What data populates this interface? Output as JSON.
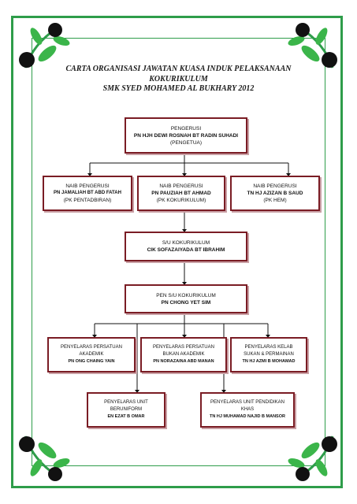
{
  "title": {
    "line1": "CARTA ORGANISASI JAWATAN KUASA INDUK PELAKSANAAN",
    "line2": "KOKURIKULUM",
    "line3": "SMK SYED MOHAMED AL BUKHARY 2012"
  },
  "nodes": {
    "pengerusi": {
      "role": "PENGERUSI",
      "name": "PN HJH DEWI ROSNAH BT RADIN SUHADI",
      "note": "(PENGETUA)"
    },
    "naib1": {
      "role": "NAIB PENGERUSI",
      "name": "PN JAMALIAH BT ABD FATAH",
      "note": "(PK PENTADBIRAN)"
    },
    "naib2": {
      "role": "NAIB PENGERUSI",
      "name": "PN PAUZIAH BT AHMAD",
      "note": "(PK KOKURIKULUM)"
    },
    "naib3": {
      "role": "NAIB PENGERUSI",
      "name": "TN HJ AZIZAN B SAUD",
      "note": "(PK HEM)"
    },
    "su": {
      "role": "S/U KOKURIKULUM",
      "name": "CIK SOFAZAIYADA BT IBRAHIM"
    },
    "pen_su": {
      "role": "PEN S/U KOKURIKULUM",
      "name": "PN CHONG YET SIM"
    },
    "akademik": {
      "role1": "PENYELARAS PERSATUAN",
      "role2": "AKADEMIK",
      "name": "PN ONG CHAING YAIN"
    },
    "bukan_akademik": {
      "role1": "PENYELARAS PERSATUAN",
      "role2": "BUKAN AKADEMIK",
      "name": "PN NORAZAINA ABD MANAN"
    },
    "kelab": {
      "role1": "PENYELARAS KELAB",
      "role2": "SUKAN & PERMAINAN",
      "name": "TN HJ AZMI B MOHAMAD"
    },
    "beruniform": {
      "role1": "PENYELARAS UNIT",
      "role2": "BERUNIFORM",
      "name": "EN EZAT B OMAR"
    },
    "khas": {
      "role1": "PENYELARAS UNIT PENDIDIKAN",
      "role2": "KHAS",
      "name": "TN HJ MUHAMAD NAJID B MANSOR"
    }
  },
  "colors": {
    "frame": "#2e9d4a",
    "box_border": "#7a1c24",
    "leaf": "#3bb54a",
    "flower": "#111111"
  }
}
